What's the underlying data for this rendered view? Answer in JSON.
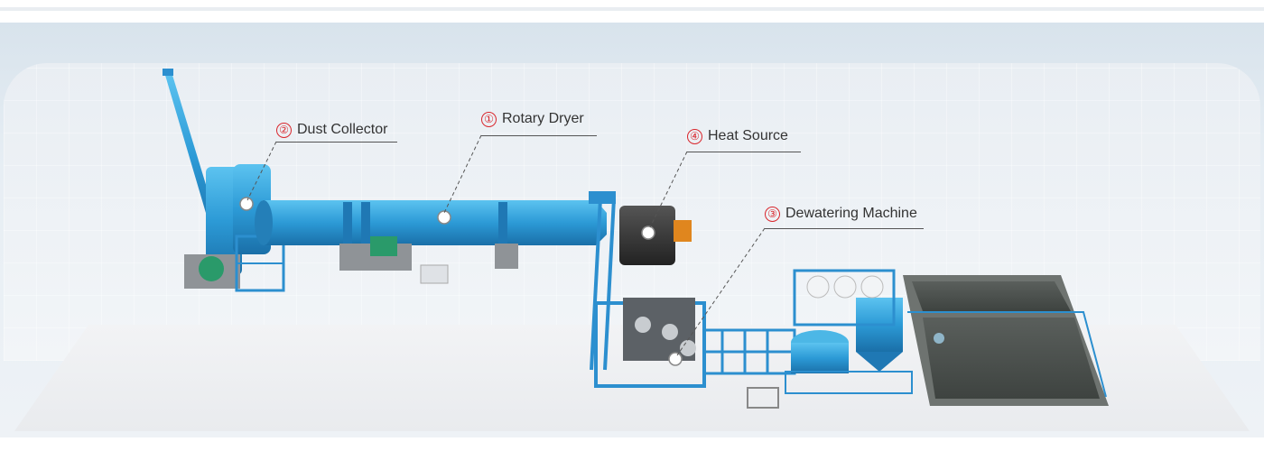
{
  "labels": [
    {
      "number": "①",
      "text": "Rotary Dryer"
    },
    {
      "number": "②",
      "text": "Dust Collector"
    },
    {
      "number": "④",
      "text": "Heat Source"
    },
    {
      "number": "③",
      "text": "Dewatering Machine"
    }
  ],
  "colors": {
    "equipment_blue": "#2f9fd8",
    "label_number_red": "#d9262c",
    "leader_line": "#555555"
  }
}
